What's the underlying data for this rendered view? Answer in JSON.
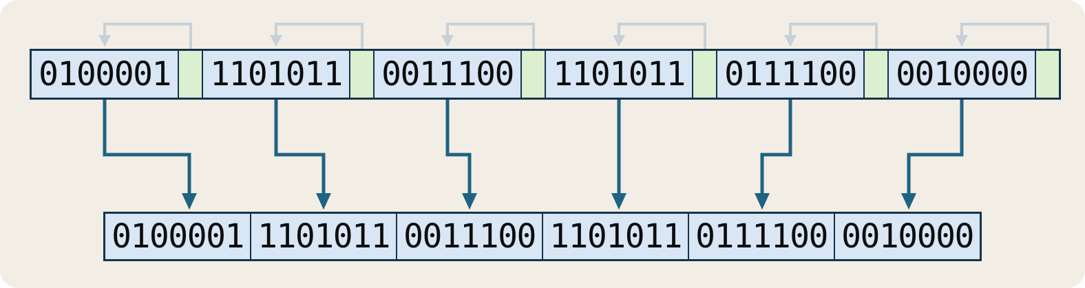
{
  "diagram": {
    "type": "bit-packing",
    "top_row_cells": 6,
    "bottom_row_cells": 6,
    "pad_bits_per_group": 1,
    "payload_bits_per_group": 7
  },
  "top_row": {
    "groups": [
      "0100001",
      "1101011",
      "0011100",
      "1101011",
      "0111100",
      "0010000"
    ]
  },
  "bottom_row": {
    "cells": [
      "0100001",
      "1101011",
      "0011100",
      "1101011",
      "0111100",
      "0010000"
    ]
  },
  "colors": {
    "background": "#f2eee5",
    "payload_cell_fill": "#d8e6f5",
    "pad_cell_fill": "#dcefd0",
    "cell_border": "#15334a",
    "pad_arrow": "#c6d1d9",
    "concat_arrow": "#1f6382",
    "digit_text": "#0d0d0d"
  }
}
